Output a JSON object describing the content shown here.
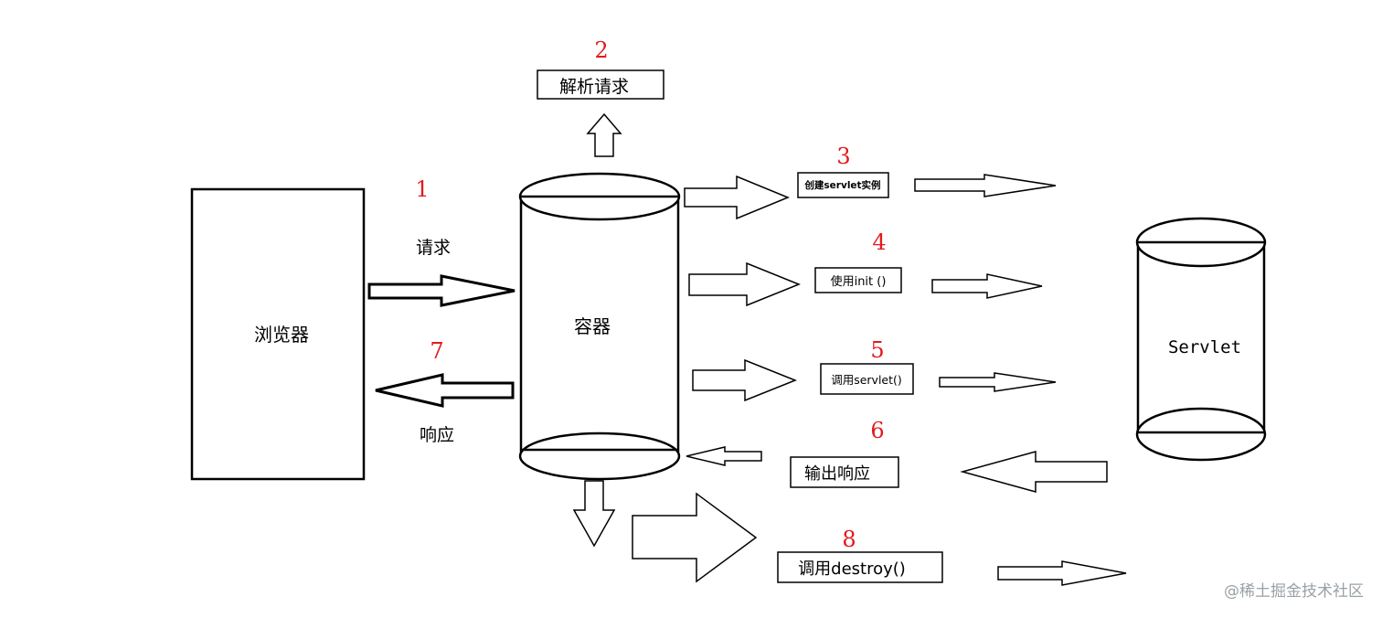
{
  "nodes": {
    "browser": "浏览器",
    "container": "容器",
    "servlet": "Servlet"
  },
  "steps": {
    "s1": {
      "number": "1",
      "label": "请求"
    },
    "s2": {
      "number": "2",
      "label": "解析请求"
    },
    "s3": {
      "number": "3",
      "label": "创建servlet实例"
    },
    "s4": {
      "number": "4",
      "label": "使用init ()"
    },
    "s5": {
      "number": "5",
      "label": "调用servlet()"
    },
    "s6": {
      "number": "6",
      "label": "输出响应"
    },
    "s7": {
      "number": "7",
      "label": "响应"
    },
    "s8": {
      "number": "8",
      "label": "调用destroy()"
    }
  },
  "watermark": "@稀土掘金技术社区",
  "colors": {
    "step_number": "#e31a1c",
    "stroke": "#000000",
    "watermark": "#9aa0a6"
  }
}
